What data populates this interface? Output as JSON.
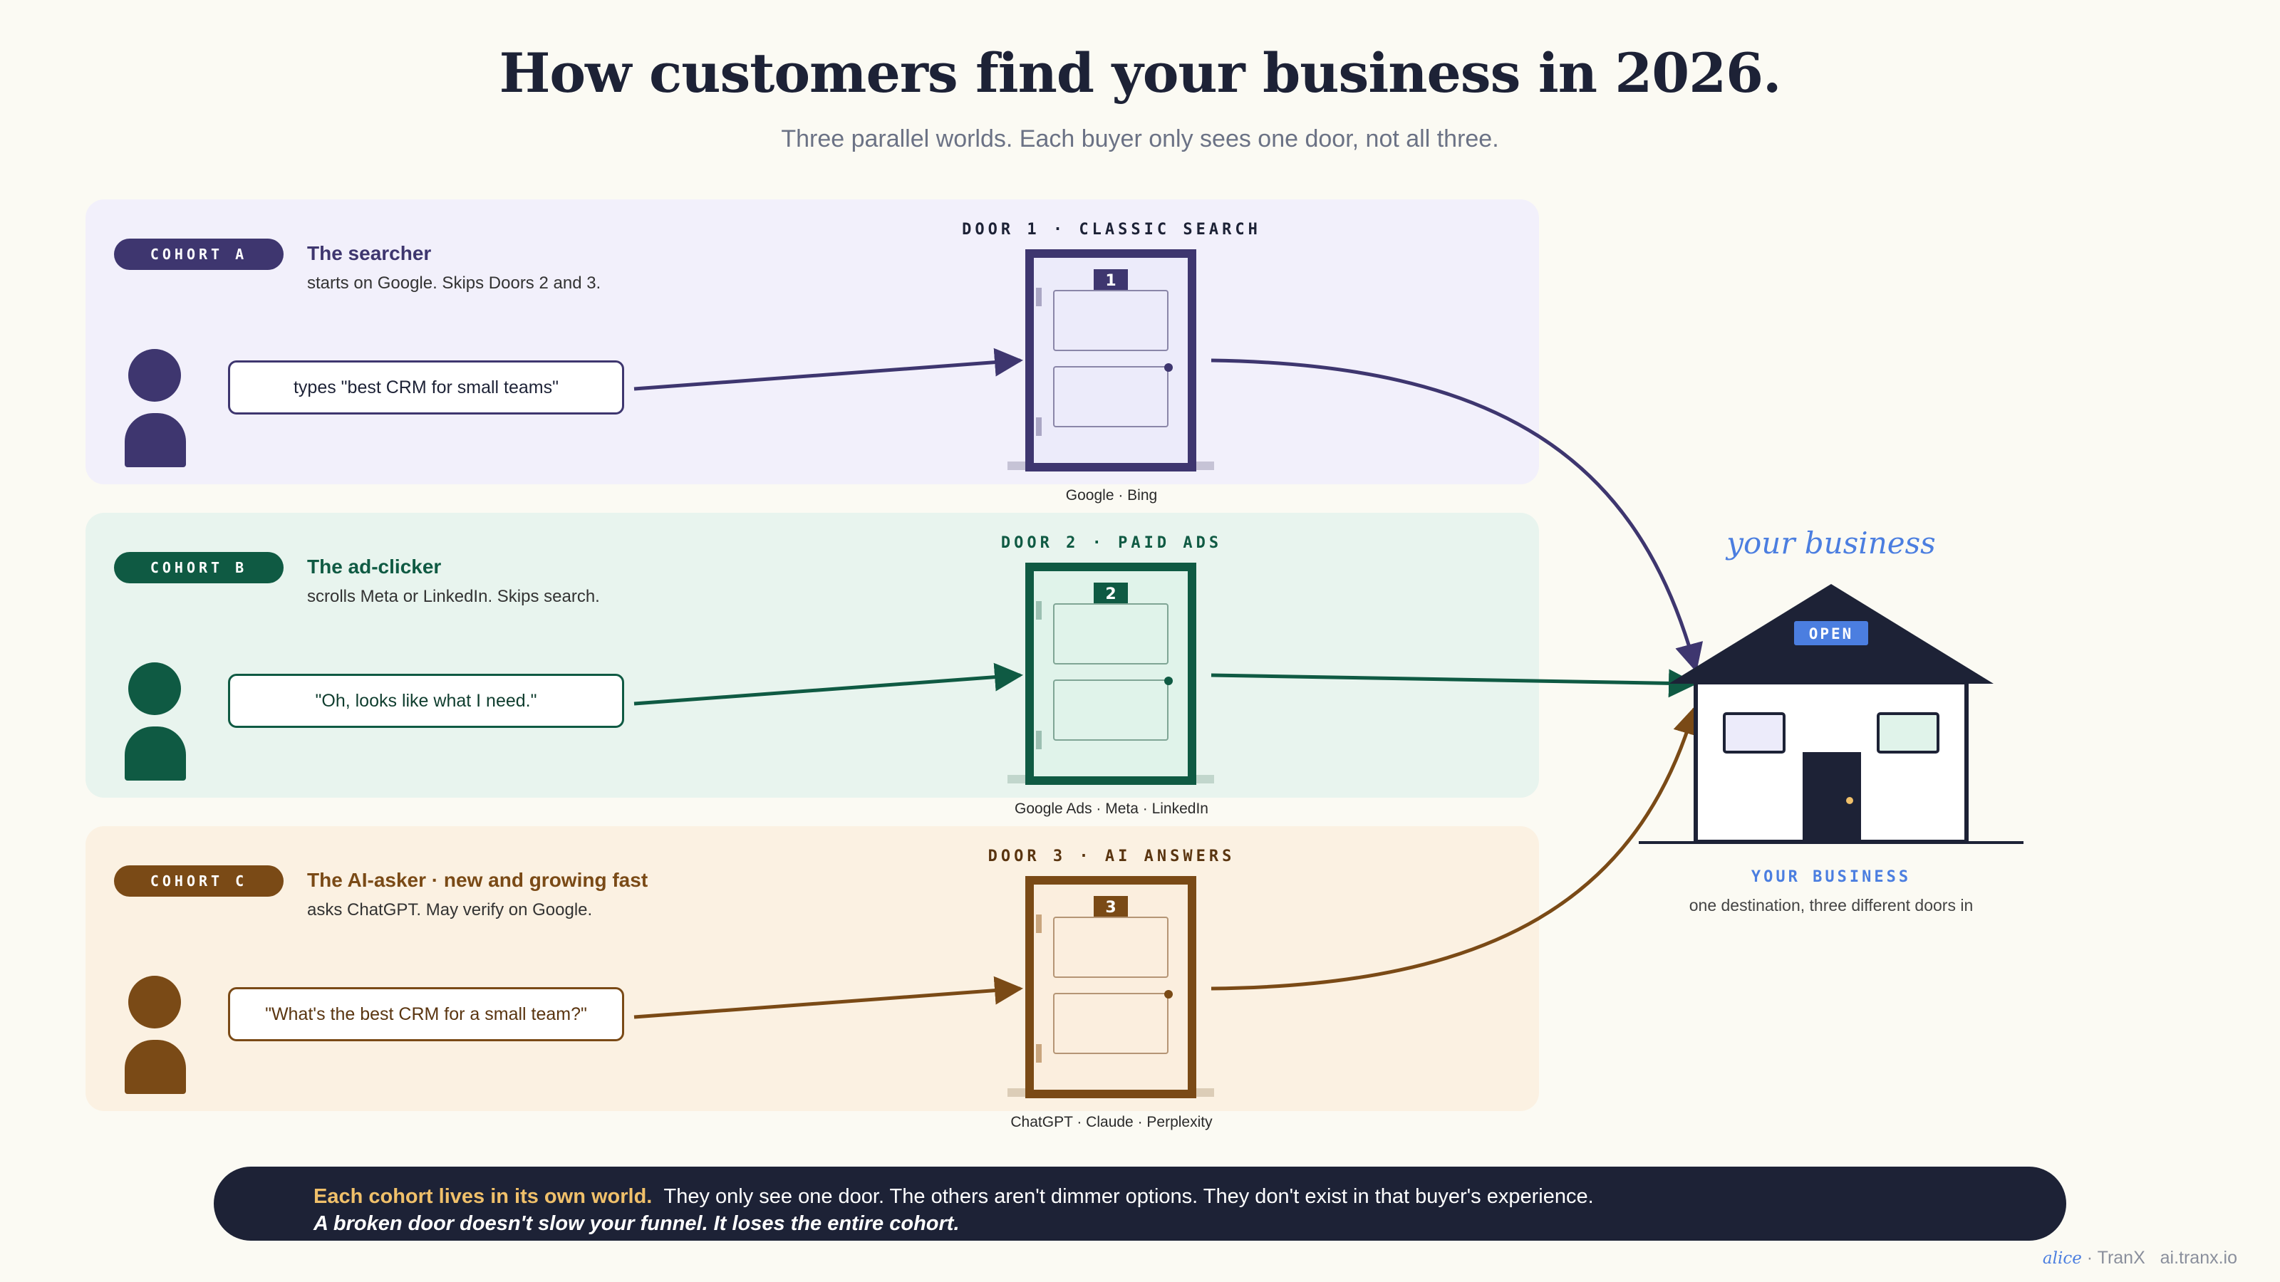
{
  "title": "How customers find your business in 2026.",
  "subtitle": "Three parallel worlds. Each buyer only sees one door, not all three.",
  "cohorts": [
    {
      "badge": "COHORT A",
      "title": "The searcher",
      "desc": "starts on Google. Skips Doors 2 and 3.",
      "query": "types \"best CRM for small teams\"",
      "door_label": "DOOR 1 · CLASSIC SEARCH",
      "door_number": "1",
      "platforms": "Google · Bing",
      "color": "#3e366f",
      "panel_color": "#f2f0fb",
      "door_fill": "#ecebfa"
    },
    {
      "badge": "COHORT B",
      "title": "The ad-clicker",
      "desc": "scrolls Meta or LinkedIn. Skips search.",
      "query": "\"Oh, looks like what I need.\"",
      "door_label": "DOOR 2 · PAID ADS",
      "door_number": "2",
      "platforms": "Google Ads · Meta · LinkedIn",
      "color": "#0f5a43",
      "panel_color": "#e8f4ee",
      "door_fill": "#e0f3ea"
    },
    {
      "badge": "COHORT C",
      "title": "The AI-asker · new and growing fast",
      "desc": "asks ChatGPT. May verify on Google.",
      "query": "\"What's the best CRM for a small team?\"",
      "door_label": "DOOR 3 · AI ANSWERS",
      "door_number": "3",
      "platforms": "ChatGPT · Claude · Perplexity",
      "color": "#7a4a16",
      "panel_color": "#fbf1e2",
      "door_fill": "#fbeede"
    }
  ],
  "house": {
    "script_label": "your business",
    "sign": "OPEN",
    "caption": "YOUR BUSINESS",
    "sub": "one destination, three different doors in"
  },
  "banner": {
    "highlight": "Each cohort lives in its own world.",
    "text": "They only see one door. The others aren't dimmer options. They don't exist in that buyer's experience.",
    "italic": "A broken door doesn't slow your funnel. It loses the entire cohort."
  },
  "footer": {
    "brand": "alice",
    "sep": " · TranX",
    "url": "ai.tranx.io"
  }
}
